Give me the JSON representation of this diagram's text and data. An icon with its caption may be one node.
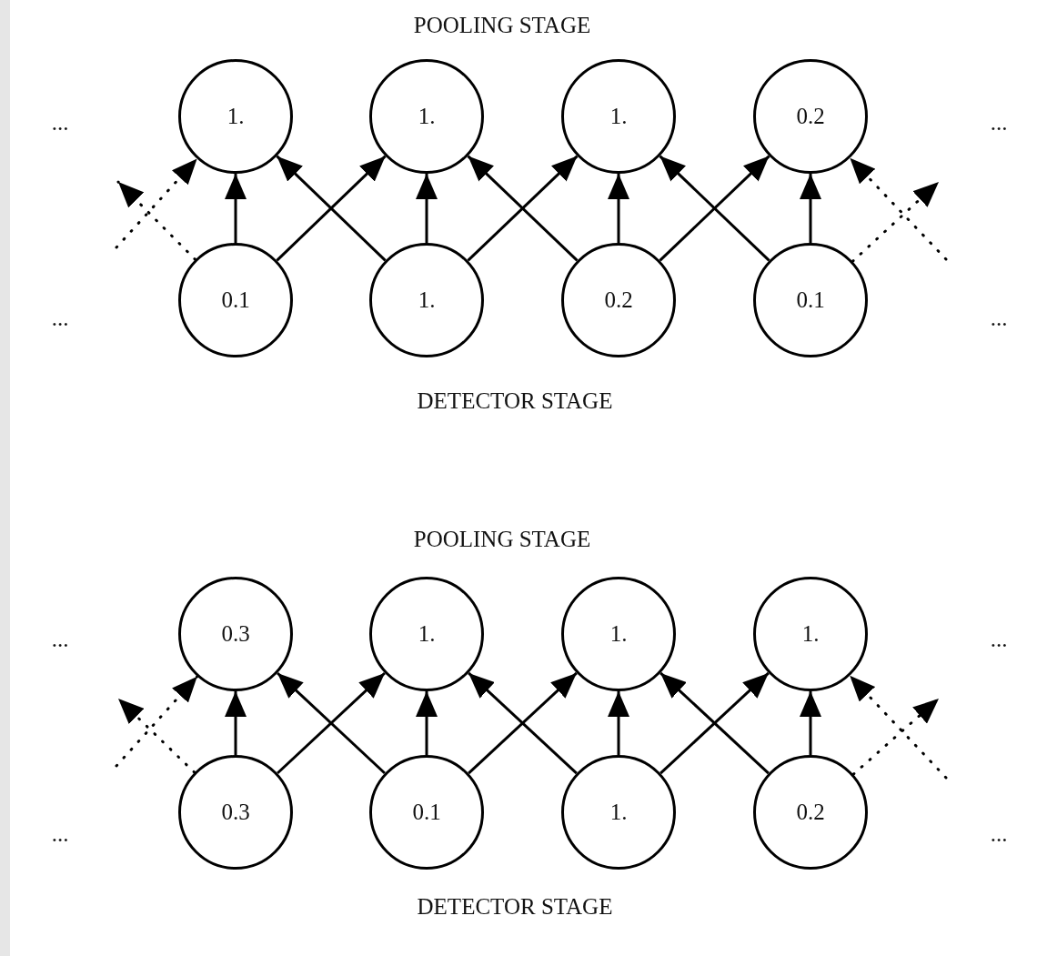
{
  "diagram": {
    "nodes": [
      {
        "text": [
          "1."
        ]
      },
      {
        "text": [
          "1."
        ]
      },
      {
        "text": [
          "1."
        ]
      },
      {
        "text": [
          "0.2"
        ]
      },
      {
        "text": [
          "0.1"
        ]
      },
      {
        "text": [
          "1."
        ]
      },
      {
        "text": [
          "0.2"
        ]
      },
      {
        "text": [
          "0.1"
        ]
      },
      {
        "text": [
          "0.3"
        ]
      },
      {
        "text": [
          "1."
        ]
      },
      {
        "text": [
          "1."
        ]
      },
      {
        "text": [
          "1."
        ]
      },
      {
        "text": [
          "0.3"
        ]
      },
      {
        "text": [
          "0.1"
        ]
      },
      {
        "text": [
          "1."
        ]
      },
      {
        "text": [
          "0.2"
        ]
      }
    ],
    "edges": [
      {
        "from": 4,
        "to": 0,
        "arrow": "to"
      },
      {
        "from": 4,
        "to": 1,
        "arrow": "to"
      },
      {
        "from": 5,
        "to": 0,
        "arrow": "to"
      },
      {
        "from": 5,
        "to": 1,
        "arrow": "to"
      },
      {
        "from": 5,
        "to": 2,
        "arrow": "to"
      },
      {
        "from": 6,
        "to": 1,
        "arrow": "to"
      },
      {
        "from": 6,
        "to": 2,
        "arrow": "to"
      },
      {
        "from": 6,
        "to": 3,
        "arrow": "to"
      },
      {
        "from": 7,
        "to": 2,
        "arrow": "to"
      },
      {
        "from": 7,
        "to": 3,
        "arrow": "to"
      },
      {
        "from": null,
        "to": 0,
        "arrow": "to",
        "style": "dashed"
      },
      {
        "from": 4,
        "to": null,
        "arrow": "to",
        "style": "dashed"
      },
      {
        "from": null,
        "to": 3,
        "arrow": "to",
        "style": "dashed"
      },
      {
        "from": 7,
        "to": null,
        "arrow": "to",
        "style": "dashed"
      },
      {
        "from": 12,
        "to": 8,
        "arrow": "to"
      },
      {
        "from": 12,
        "to": 9,
        "arrow": "to"
      },
      {
        "from": 13,
        "to": 8,
        "arrow": "to"
      },
      {
        "from": 13,
        "to": 9,
        "arrow": "to"
      },
      {
        "from": 13,
        "to": 10,
        "arrow": "to"
      },
      {
        "from": 14,
        "to": 9,
        "arrow": "to"
      },
      {
        "from": 14,
        "to": 10,
        "arrow": "to"
      },
      {
        "from": 14,
        "to": 11,
        "arrow": "to"
      },
      {
        "from": 15,
        "to": 10,
        "arrow": "to"
      },
      {
        "from": 15,
        "to": 11,
        "arrow": "to"
      },
      {
        "from": null,
        "to": 8,
        "arrow": "to",
        "style": "dashed"
      },
      {
        "from": 12,
        "to": null,
        "arrow": "to",
        "style": "dashed"
      },
      {
        "from": null,
        "to": 11,
        "arrow": "to",
        "style": "dashed"
      },
      {
        "from": 15,
        "to": null,
        "arrow": "to",
        "style": "dashed"
      }
    ],
    "labels": [
      "POOLING STAGE",
      "...",
      "...",
      "...",
      "...",
      "DETECTOR STAGE",
      "POOLING STAGE",
      "...",
      "...",
      "...",
      "...",
      "DETECTOR STAGE"
    ]
  }
}
